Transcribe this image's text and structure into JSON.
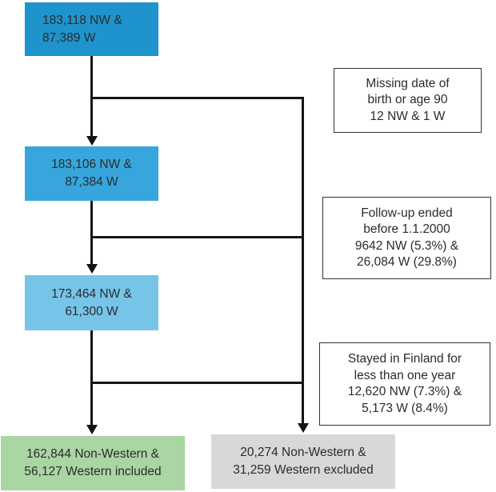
{
  "figure": {
    "type": "study-population-flowchart",
    "abbreviations": {
      "NW": "Non-Western",
      "W": "Western"
    }
  },
  "flow": {
    "stage1": {
      "lines": [
        "183,118 NW &",
        "87,389 W"
      ]
    },
    "stage2": {
      "lines": [
        "183,106 NW &",
        "87,384 W"
      ]
    },
    "stage3": {
      "lines": [
        "173,464 NW &",
        "61,300 W"
      ]
    },
    "included": {
      "lines": [
        "162,844 Non-Western &",
        "56,127 Western included"
      ]
    },
    "excluded": {
      "lines": [
        "20,274 Non-Western &",
        "31,259 Western excluded"
      ]
    }
  },
  "exclusion_notes": [
    {
      "lines": [
        "Missing date of",
        "birth or age 90",
        "12 NW & 1 W"
      ]
    },
    {
      "lines": [
        "Follow-up ended",
        "before 1.1.2000",
        "9642 NW (5.3%) &",
        "26,084 W (29.8%)"
      ]
    },
    {
      "lines": [
        "Stayed in Finland for",
        "less than one year",
        "12,620 NW (7.3%) &",
        "5,173 W (8.4%)"
      ]
    }
  ],
  "colors": {
    "stage1": "#1f93cb",
    "stage2": "#36a6dc",
    "stage3": "#76c4e8",
    "included": "#a9d6a2",
    "excluded": "#d8d8d8",
    "line": "#141414",
    "note_border": "#333333",
    "text": "#2b2b2b"
  }
}
